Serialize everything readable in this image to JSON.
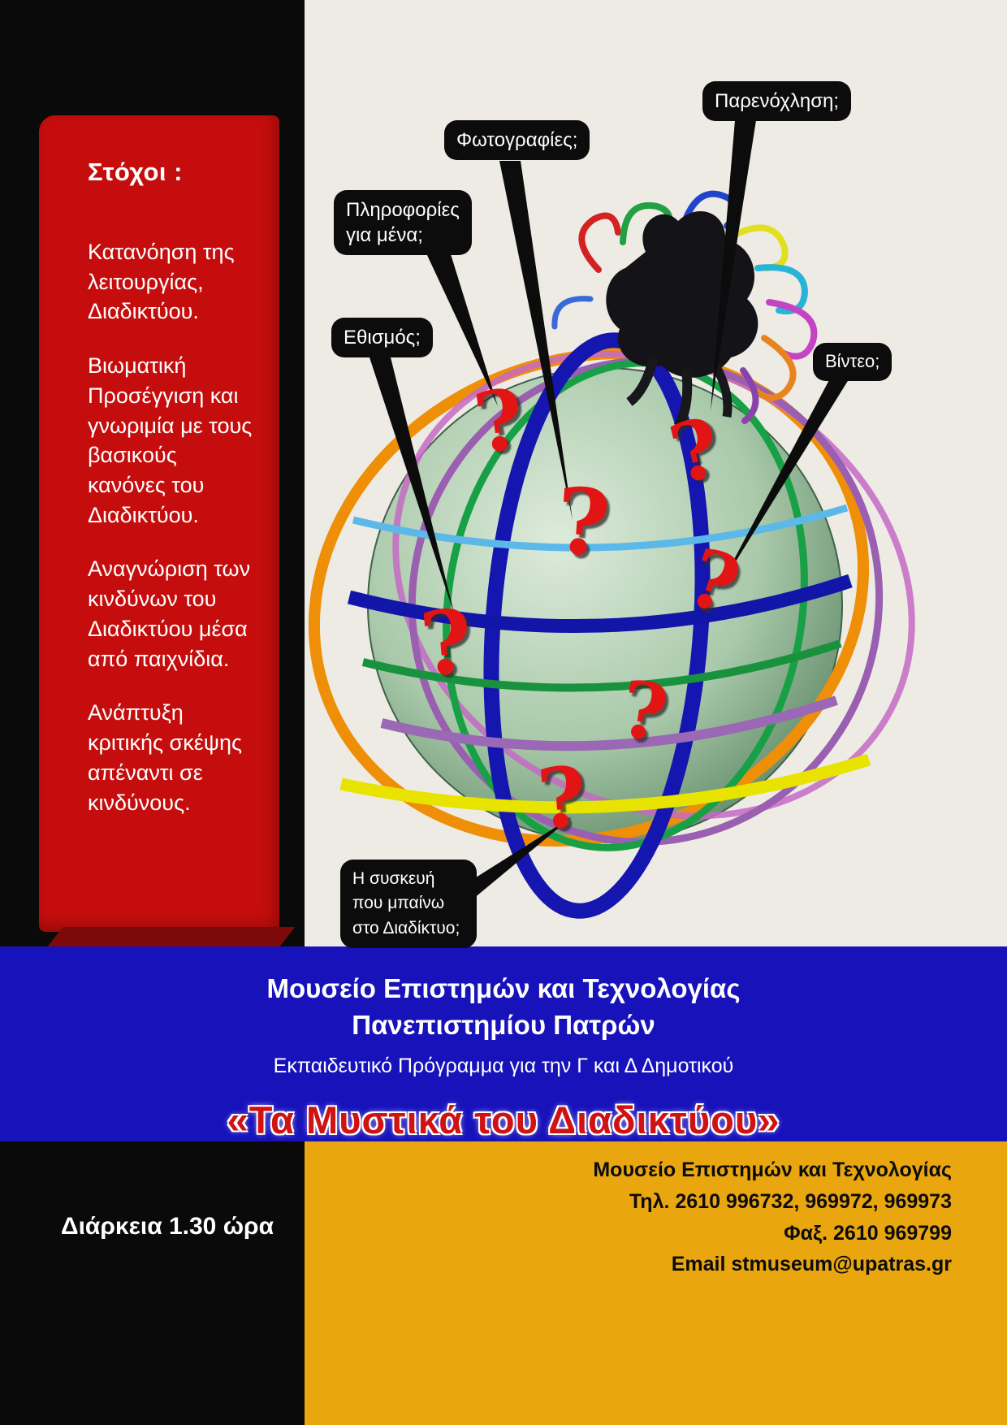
{
  "goals": {
    "title": "Στόχοι :",
    "items": [
      "Κατανόηση της λειτουργίας, Διαδικτύου.",
      "Βιωματική Προσέγγιση και γνωριμία με τους βασικούς κανόνες του Διαδικτύου.",
      "Αναγνώριση  των   κινδύνων  του Διαδικτύου μέσα από παιχνίδια.",
      "Ανάπτυξη κριτικής σκέψης απέναντι σε κινδύνους."
    ]
  },
  "bubbles": [
    {
      "label": "Παρενόχληση;"
    },
    {
      "label": "Φωτογραφίες;"
    },
    {
      "label": "Πληροφορίες για μένα;"
    },
    {
      "label": "Εθισμός;"
    },
    {
      "label": "Βίντεο;"
    },
    {
      "label": "Η συσκευή που μπαίνω  στο Διαδίκτυο;"
    }
  ],
  "illustration": {
    "question_mark": "?"
  },
  "banner": {
    "line1": "Μουσείο  Επιστημών και Τεχνολογίας",
    "line2": "Πανεπιστημίου Πατρών",
    "line3": "Εκπαιδευτικό Πρόγραμμα για την Γ και Δ Δημοτικού",
    "title": "«Τα Μυστικά του Διαδικτύου»"
  },
  "footer": {
    "duration": "Διάρκεια  1.30 ώρα",
    "contact": [
      "Μουσείο Επιστημών και Τεχνολογίας",
      "Τηλ. 2610 996732, 969972, 969973",
      "Φαξ. 2610 969799",
      "Email stmuseum@upatras.gr"
    ]
  },
  "colors": {
    "background_black": "#0a0a0a",
    "banner_red": "#c60d0d",
    "panel_cream": "#edebe4",
    "band_blue": "#1812bb",
    "panel_gold": "#eaa60e",
    "question_red": "#e21414"
  }
}
